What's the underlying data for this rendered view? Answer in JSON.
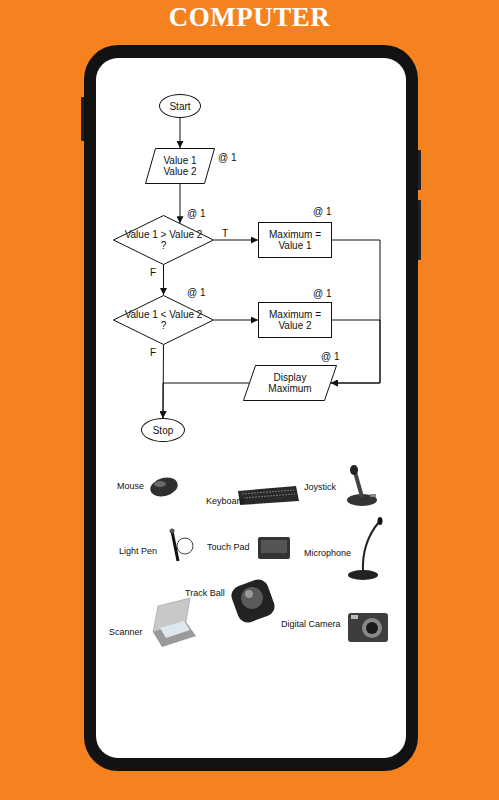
{
  "diagram": {
    "title": "COMPUTER",
    "nodes": [
      {
        "text": [
          "Start"
        ]
      },
      {
        "text": [
          "Value 1 Value 2"
        ]
      },
      {
        "text": [
          "Value 1 > Value 2 ?"
        ]
      },
      {
        "text": [
          "Maximum = Value 1"
        ]
      },
      {
        "text": [
          "Value 1 < Value 2 ?"
        ]
      },
      {
        "text": [
          "Maximum = Value 2"
        ]
      },
      {
        "text": [
          "Display Maximum"
        ]
      },
      {
        "text": [
          "Stop"
        ]
      }
    ],
    "edges": [
      {
        "from": 0,
        "to": 1,
        "arrow": "to"
      },
      {
        "from": 1,
        "to": 2,
        "arrow": "to"
      },
      {
        "from": 2,
        "to": 3,
        "arrow": "to",
        "label": "T"
      },
      {
        "from": 2,
        "to": 4,
        "arrow": "to",
        "label": "F"
      },
      {
        "from": 3,
        "to": 6,
        "arrow": "to"
      },
      {
        "from": 4,
        "to": 5,
        "arrow": "to"
      },
      {
        "from": 5,
        "to": 6,
        "arrow": "to"
      },
      {
        "from": 4,
        "to": 7,
        "arrow": "to",
        "label": "F"
      },
      {
        "from": 6,
        "to": 7,
        "arrow": "to"
      }
    ],
    "labels": [
      "@ 1",
      "@ 1",
      "@ 1",
      "@ 1",
      "@ 1",
      "@ 1",
      "Mouse",
      "Keyboard",
      "Joystick",
      "Light Pen",
      "Touch Pad",
      "Microphone",
      "Track Ball",
      "Scanner",
      "Digital Camera"
    ]
  }
}
